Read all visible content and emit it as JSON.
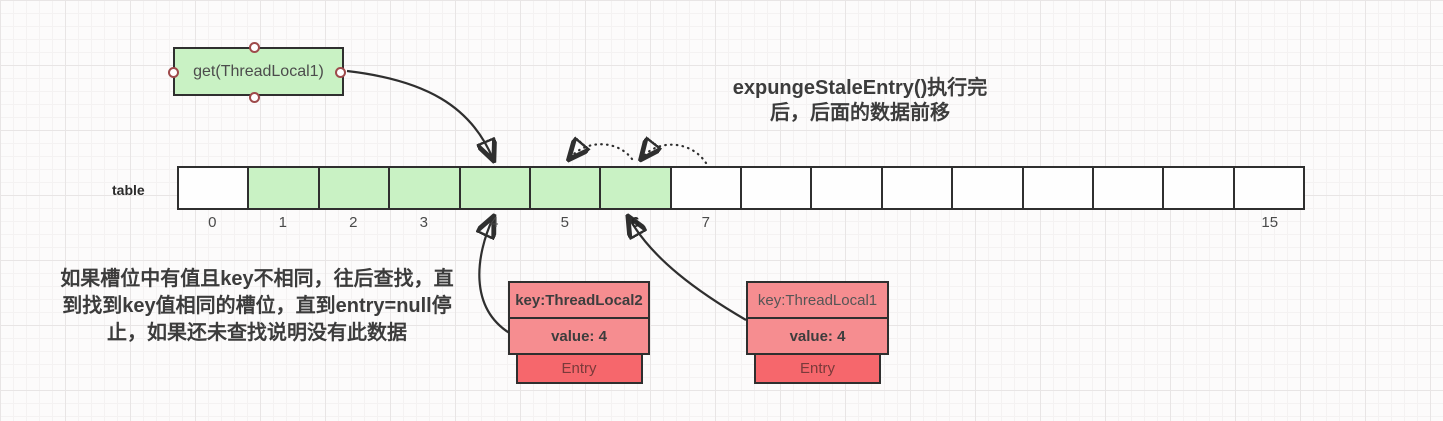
{
  "title": {
    "line1": "expungeStaleEntry()执行完",
    "line2": "后，后面的数据前移"
  },
  "get_box": {
    "label": "get(ThreadLocal1)"
  },
  "table": {
    "label": "table",
    "slot_count": 16,
    "slots": [
      {
        "index": 0,
        "green": false,
        "number": "0",
        "bold": false
      },
      {
        "index": 1,
        "green": true,
        "number": "1",
        "bold": false
      },
      {
        "index": 2,
        "green": true,
        "number": "2",
        "bold": false
      },
      {
        "index": 3,
        "green": true,
        "number": "3",
        "bold": false
      },
      {
        "index": 4,
        "green": true,
        "number": "4",
        "bold": false
      },
      {
        "index": 5,
        "green": true,
        "number": "5",
        "bold": false
      },
      {
        "index": 6,
        "green": true,
        "number": "6",
        "bold": true
      },
      {
        "index": 7,
        "green": false,
        "number": "7",
        "bold": false
      },
      {
        "index": 8,
        "green": false,
        "number": "",
        "bold": false
      },
      {
        "index": 9,
        "green": false,
        "number": "",
        "bold": false
      },
      {
        "index": 10,
        "green": false,
        "number": "",
        "bold": false
      },
      {
        "index": 11,
        "green": false,
        "number": "",
        "bold": false
      },
      {
        "index": 12,
        "green": false,
        "number": "",
        "bold": false
      },
      {
        "index": 13,
        "green": false,
        "number": "",
        "bold": false
      },
      {
        "index": 14,
        "green": false,
        "number": "",
        "bold": false
      },
      {
        "index": 15,
        "green": false,
        "number": "15",
        "bold": false
      }
    ]
  },
  "note": {
    "line1": "如果槽位中有值且key不相同，往后查找，直",
    "line2": "到找到key值相同的槽位，直到entry=null停",
    "line3": "止，如果还未查找说明没有此数据"
  },
  "entries": [
    {
      "key": "key:ThreadLocal2",
      "key_bold": true,
      "value": "value: 4",
      "label": "Entry"
    },
    {
      "key": "key:ThreadLocal1",
      "key_bold": false,
      "value": "value: 4",
      "label": "Entry"
    }
  ],
  "colors": {
    "slot_green": "#c9f2c4",
    "entry_pink": "#f68d90",
    "entry_red": "#f6676c",
    "border_dark": "#2f2f2f",
    "arrow": "#2f2f2f",
    "handle_ring": "#9e4a4b"
  }
}
